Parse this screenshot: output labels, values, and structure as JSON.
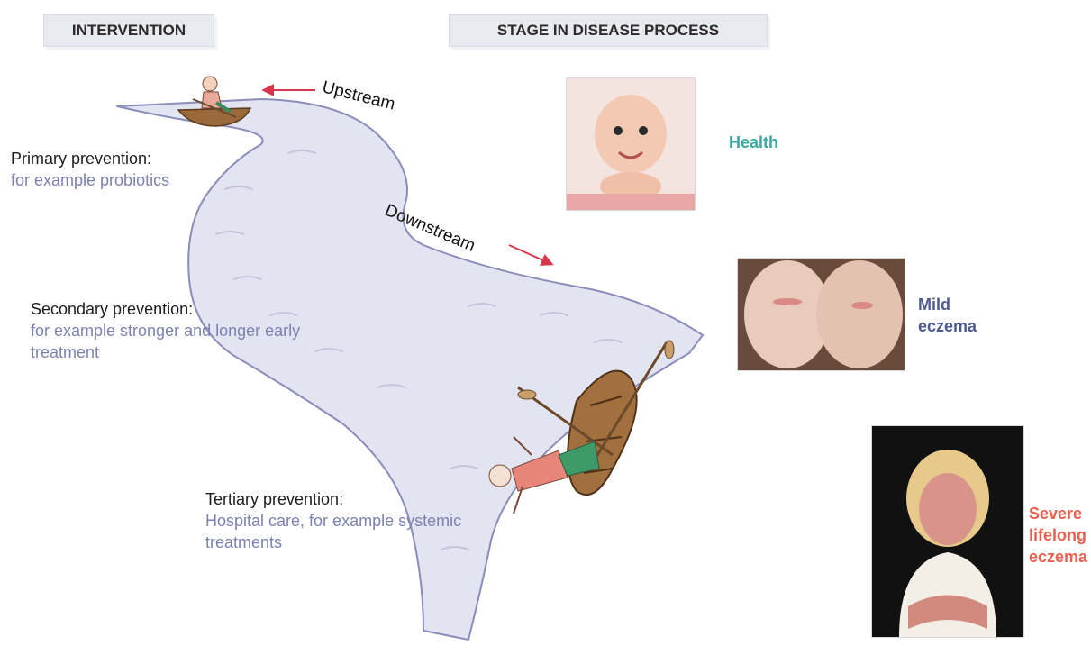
{
  "headers": {
    "intervention": "INTERVENTION",
    "stage": "STAGE IN DISEASE PROCESS"
  },
  "flow": {
    "upstream": "Upstream",
    "downstream": "Downstream"
  },
  "interventions": [
    {
      "title": "Primary prevention:",
      "detail": "for example probiotics"
    },
    {
      "title": "Secondary prevention:",
      "detail": "for example stronger and longer early treatment"
    },
    {
      "title": "Tertiary prevention:",
      "detail": "Hospital care, for example systemic treatments"
    }
  ],
  "stages": [
    {
      "label": "Health",
      "color": "#3aa9a3"
    },
    {
      "label": "Mild eczema",
      "color": "#4d5b92"
    },
    {
      "label": "Severe lifelong eczema",
      "color": "#e8604f"
    }
  ],
  "colors": {
    "river_fill": "#e3e4f2",
    "river_edge": "#8a8db8",
    "arrow": "#d8364a"
  },
  "icons": [
    "rowing-person-boat-icon",
    "capsized-boat-icon",
    "baby-photo",
    "knees-photo",
    "child-photo"
  ]
}
